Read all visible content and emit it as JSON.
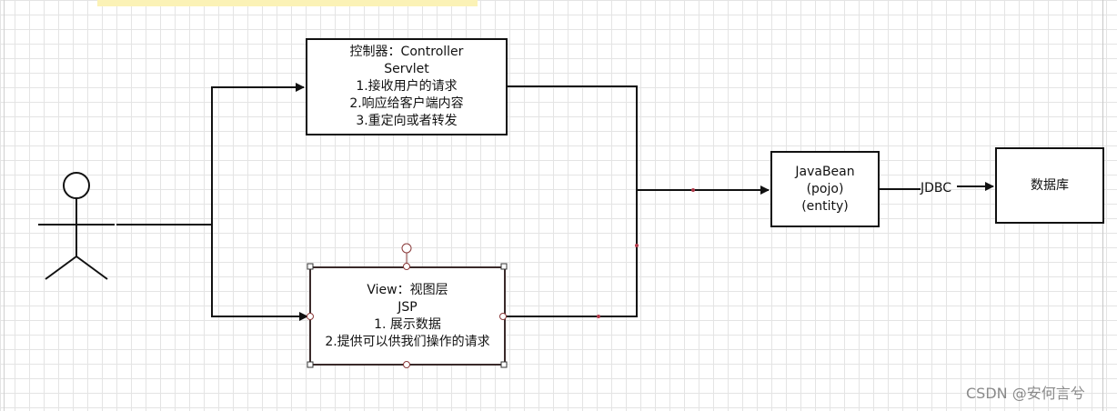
{
  "controller": {
    "title": "控制器：Controller",
    "lines": [
      "Servlet",
      "1.接收用户的请求",
      "2.响应给客户端内容",
      "3.重定向或者转发"
    ]
  },
  "view": {
    "title": "View：视图层",
    "lines": [
      "JSP",
      "1. 展示数据",
      "2.提供可以供我们操作的请求"
    ]
  },
  "javabean": {
    "lines": [
      "JavaBean",
      "(pojo)",
      "(entity)"
    ]
  },
  "database": {
    "label": "数据库"
  },
  "connector": {
    "jdbc_label": "JDBC"
  },
  "watermark": "CSDN @安何言兮",
  "colors": {
    "line": "#111111",
    "handle_stroke": "#8a3a3a",
    "sticky_note": "#fbf2b6",
    "grid": "#e4e4e4"
  }
}
